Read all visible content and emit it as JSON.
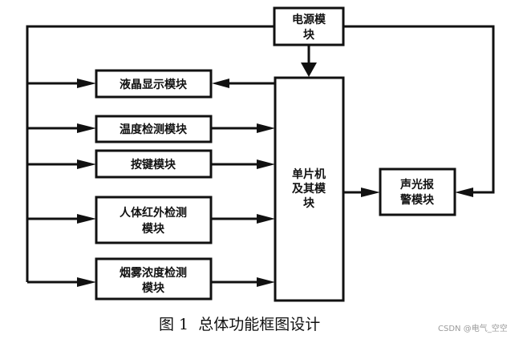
{
  "diagram": {
    "nodes": {
      "power": [
        "电源模",
        "块"
      ],
      "lcd": [
        "液晶显示模块"
      ],
      "temp": [
        "温度检测模块"
      ],
      "keys": [
        "按键模块"
      ],
      "pir": [
        "人体红外检测",
        "模块"
      ],
      "smoke": [
        "烟雾浓度检测",
        "模块"
      ],
      "mcu": [
        "单片机",
        "及其模",
        "块"
      ],
      "alarm": [
        "声光报",
        "警模块"
      ]
    },
    "edges": [
      {
        "from": "power",
        "to": "mcu"
      },
      {
        "from": "power",
        "to": "lcd"
      },
      {
        "from": "power",
        "to": "temp"
      },
      {
        "from": "power",
        "to": "keys"
      },
      {
        "from": "power",
        "to": "pir"
      },
      {
        "from": "power",
        "to": "smoke"
      },
      {
        "from": "power",
        "to": "alarm"
      },
      {
        "from": "mcu",
        "to": "lcd"
      },
      {
        "from": "temp",
        "to": "mcu"
      },
      {
        "from": "keys",
        "to": "mcu"
      },
      {
        "from": "pir",
        "to": "mcu"
      },
      {
        "from": "smoke",
        "to": "mcu"
      },
      {
        "from": "mcu",
        "to": "alarm"
      }
    ]
  },
  "caption": "图 1  总体功能框图设计",
  "watermark": "CSDN @电气_空空"
}
